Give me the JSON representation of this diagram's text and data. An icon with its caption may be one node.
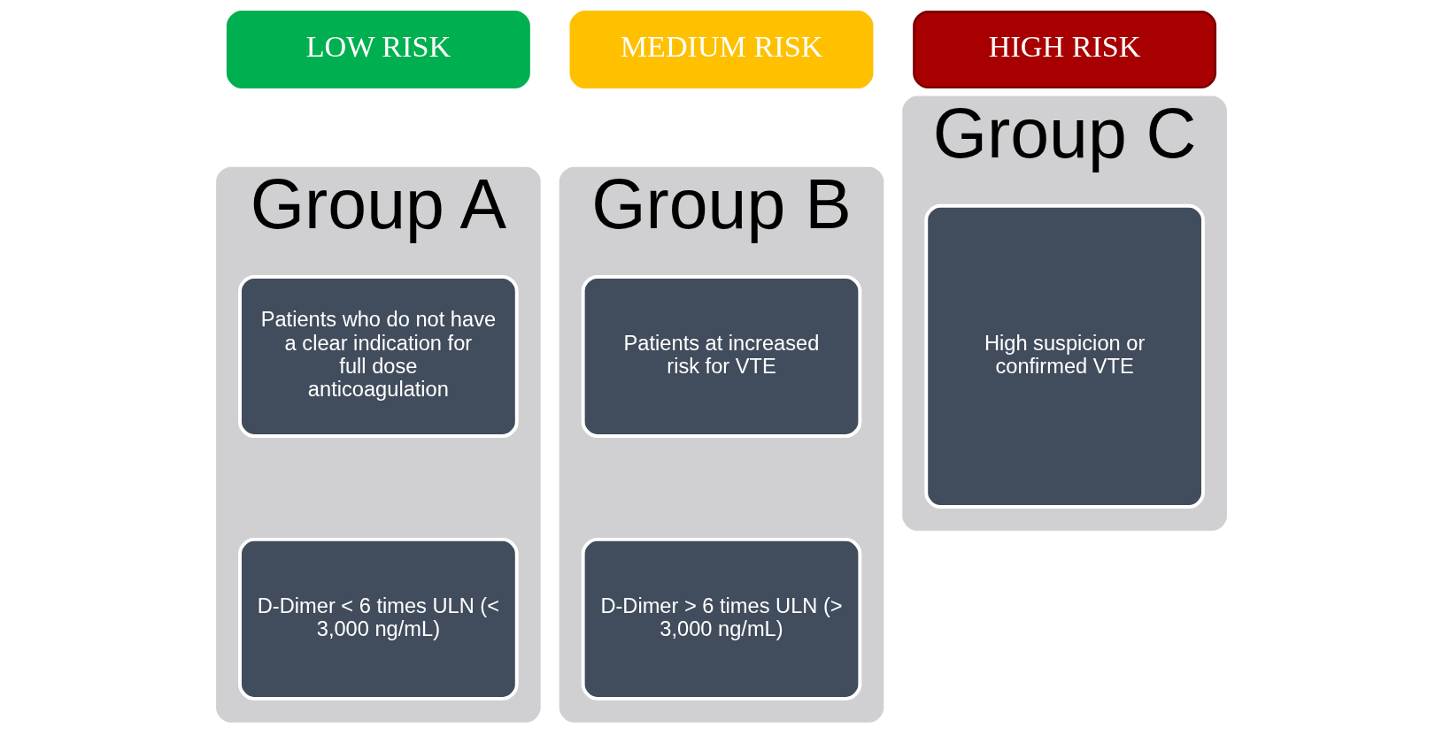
{
  "diagram": {
    "nodes": [
      {
        "text": [
          "LOW RISK"
        ]
      },
      {
        "text": [
          "Group A"
        ]
      },
      {
        "text": [
          "Patients who do not have a clear indication for full dose anticoagulation"
        ],
        "in": 1
      },
      {
        "text": [
          "D-Dimer < 6 times ULN (< 3,000 ng/mL)"
        ],
        "in": 1
      },
      {
        "text": [
          "MEDIUM RISK"
        ]
      },
      {
        "text": [
          "Group B"
        ]
      },
      {
        "text": [
          "Patients at increased risk for VTE"
        ],
        "in": 5
      },
      {
        "text": [
          "D-Dimer > 6 times ULN (> 3,000 ng/mL)"
        ],
        "in": 5
      },
      {
        "text": [
          "HIGH RISK"
        ]
      },
      {
        "text": [
          "Group C"
        ]
      },
      {
        "text": [
          "High suspicion or confirmed VTE"
        ],
        "in": 9
      }
    ],
    "edges": []
  }
}
